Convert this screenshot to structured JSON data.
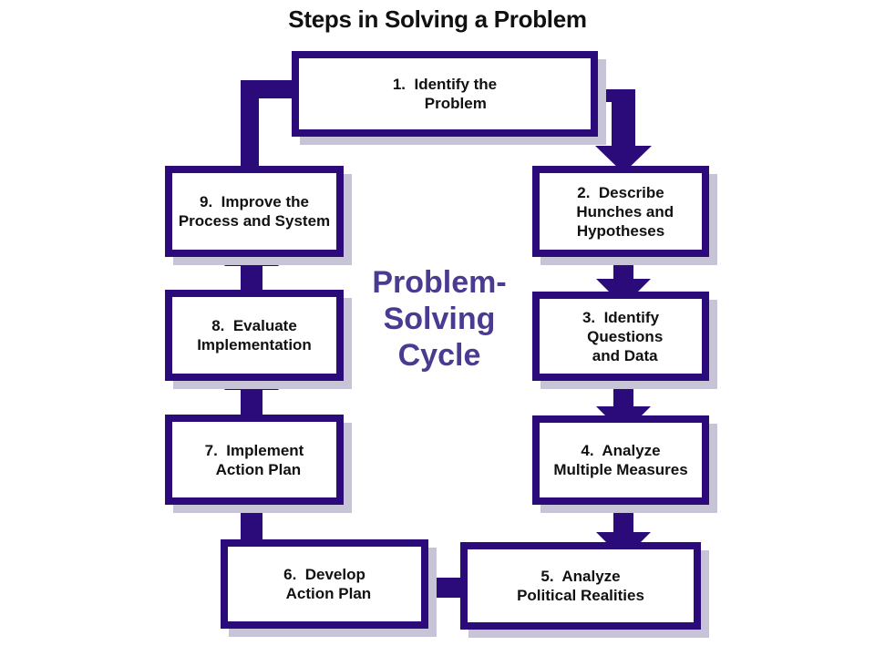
{
  "title": "Steps in Solving a Problem",
  "center_label": [
    "Problem-",
    "Solving",
    "Cycle"
  ],
  "colors": {
    "box_border": "#2b0b7a",
    "arrow": "#2b0b7a",
    "shadow": "#c7c4d8",
    "center_text": "#4a3a92"
  },
  "steps": [
    {
      "label": "1.  Identify the\n     Problem"
    },
    {
      "label": "2.  Describe\n  Hunches and\nHypotheses"
    },
    {
      "label": "3.  Identify\n  Questions\n  and Data"
    },
    {
      "label": "4.  Analyze\nMultiple Measures"
    },
    {
      "label": "5.  Analyze\nPolitical Realities"
    },
    {
      "label": "6.  Develop\n  Action Plan"
    },
    {
      "label": "7.  Implement\n  Action Plan"
    },
    {
      "label": "8.  Evaluate\nImplementation"
    },
    {
      "label": "9.  Improve the\nProcess and System"
    }
  ]
}
